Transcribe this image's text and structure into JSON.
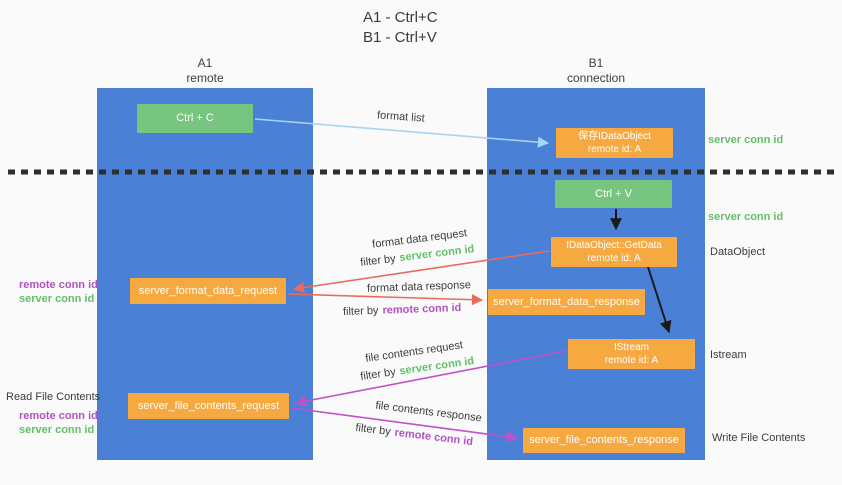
{
  "title": {
    "line1": "A1 - Ctrl+C",
    "line2": "B1 - Ctrl+V"
  },
  "lanes": {
    "left": {
      "name": "A1",
      "subtitle": "remote"
    },
    "right": {
      "name": "B1",
      "subtitle": "connection"
    }
  },
  "nodes": {
    "ctrl_c": {
      "label": "Ctrl + C"
    },
    "ctrl_v": {
      "label": "Ctrl + V"
    },
    "save_dataobject": {
      "line1": "保存IDataObject",
      "line2": "remote id: A"
    },
    "getdata": {
      "line1": "IDataObject::GetData",
      "line2": "remote id: A"
    },
    "istream": {
      "line1": "IStream",
      "line2": "remote id: A"
    },
    "server_format_data_request": {
      "label": "server_format_data_request"
    },
    "server_format_data_response": {
      "label": "server_format_data_response"
    },
    "server_file_contents_request": {
      "label": "server_file_contents_request"
    },
    "server_file_contents_response": {
      "label": "server_file_contents_response"
    }
  },
  "flows": {
    "format_list": {
      "label": "format list"
    },
    "format_data_request": {
      "label": "format data request",
      "filter_prefix": "filter by",
      "filter_key": "server conn id"
    },
    "format_data_response": {
      "label": "format data response",
      "filter_prefix": "filter by",
      "filter_key": "remote conn id"
    },
    "file_contents_request": {
      "label": "file contents request",
      "filter_prefix": "filter by",
      "filter_key": "server conn id"
    },
    "file_contents_response": {
      "label": "file contents response",
      "filter_prefix": "filter by",
      "filter_key": "remote conn id"
    }
  },
  "side_labels": {
    "server_conn_id_top_right": "server conn id",
    "server_conn_id_mid_right": "server conn id",
    "dataobject": "DataObject",
    "istream": "Istream",
    "write_file_contents": "Write File Contents",
    "format_remote_conn_id_left": "remote conn id",
    "format_server_conn_id_left": "server conn id",
    "read_file_contents": "Read File Contents",
    "file_remote_conn_id_left": "remote conn id",
    "file_server_conn_id_left": "server conn id"
  },
  "colors": {
    "lane_blue": "#4a80d5",
    "node_green": "#77c57e",
    "node_orange": "#f7a941",
    "conn_id_green": "#63bf68",
    "conn_id_purple": "#b153c1",
    "arrow_salmon": "#ea6a5e",
    "arrow_magenta": "#c151c9",
    "arrow_light_blue": "#a8d4f2",
    "arrow_black": "#1a1a1a",
    "dotted_line": "#2e2e2e"
  }
}
